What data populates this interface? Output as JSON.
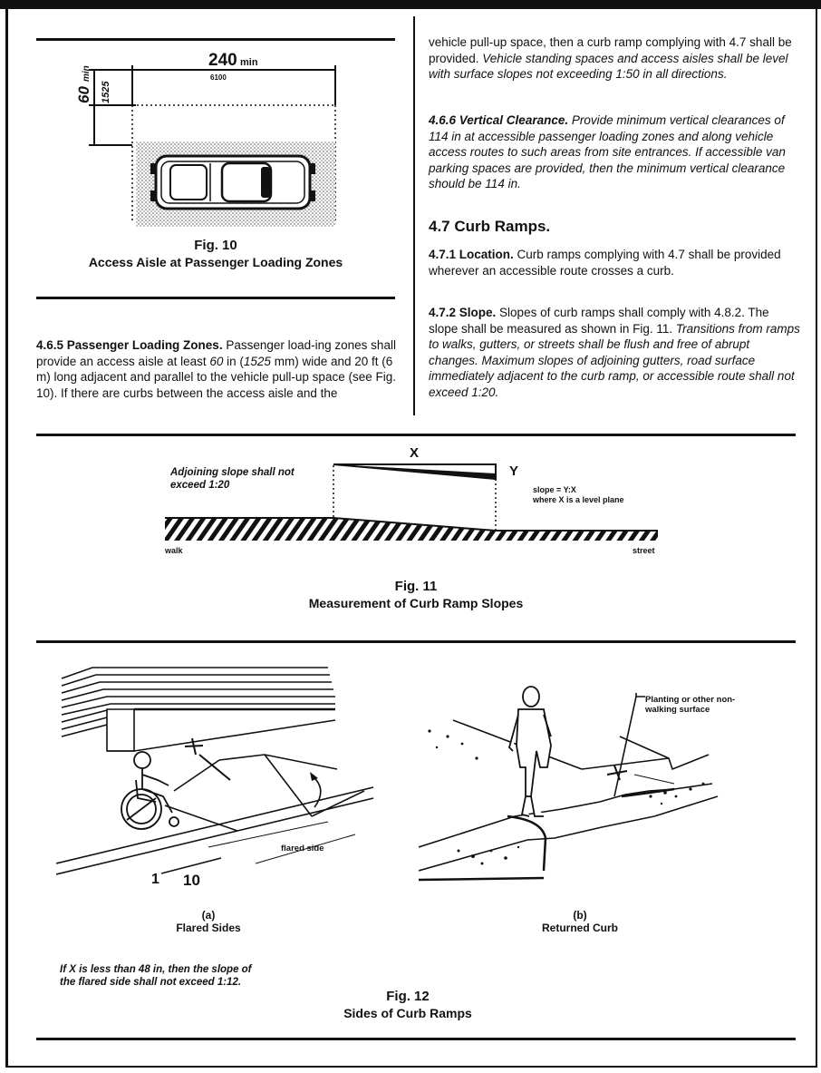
{
  "fig10": {
    "dim_240": "240",
    "dim_min": "min",
    "dim_6100": "6100",
    "dim_60": "60",
    "dim_60_min": "min",
    "dim_1525": "1525",
    "label": "Fig. 10",
    "title": "Access Aisle at Passenger Loading Zones"
  },
  "sec465": {
    "title": "4.6.5 Passenger Loading Zones.",
    "body1": " Passenger load-ing zones shall provide an access aisle at least ",
    "v60": "60",
    "body2": " in (",
    "v1525": "1525",
    "body3": " mm) wide and 20 ft (6 m) long adjacent and parallel to the vehicle pull-up space (see Fig. 10). If there are curbs between the access aisle and the"
  },
  "right_col": {
    "cont1": "vehicle pull-up space, then a curb ramp complying with 4.7 shall be provided. ",
    "cont2": "Vehicle standing spaces and access aisles shall be level with surface slopes not exceeding 1:50 in all directions.",
    "sec466_title": "4.6.6 Vertical Clearance.",
    "sec466_body": " Provide minimum vertical clearances of 114 in at accessible passenger loading zones and along vehicle access routes to such areas from site entrances. If accessible van parking spaces are provided, then the minimum vertical clearance should be 114 in.",
    "sec47_heading": "4.7 Curb Ramps.",
    "sec471_title": "4.7.1 Location.",
    "sec471_body": " Curb ramps complying with 4.7 shall be provided wherever an accessible route crosses a curb.",
    "sec472_title": "4.7.2 Slope.",
    "sec472_body1": " Slopes of curb ramps shall comply with 4.8.2. The slope shall be measured as shown in Fig. 11. ",
    "sec472_body2": "Transitions from ramps to walks, gutters, or streets shall be flush and free of abrupt changes. Maximum slopes of adjoining gutters, road surface immediately adjacent to the curb ramp, or accessible route shall not exceed 1:20."
  },
  "fig11": {
    "adjoining": "Adjoining slope shall not exceed 1:20",
    "x": "X",
    "y": "Y",
    "slope_eq": "slope = Y:X",
    "slope_where": "where  X is a level plane",
    "walk": "walk",
    "street": "street",
    "label": "Fig. 11",
    "title": "Measurement of Curb Ramp Slopes"
  },
  "fig12": {
    "x_a": "X",
    "x_b": "X",
    "flared_side": "flared side",
    "ratio_1": "1",
    "ratio_10": "10",
    "planting": "Planting or other non-walking surface",
    "a_label": "(a)",
    "a_title": "Flared Sides",
    "b_label": "(b)",
    "b_title": "Returned Curb",
    "note": "If X is less than 48 in, then the slope of the flared side shall not exceed 1:12.",
    "label": "Fig. 12",
    "title": "Sides of Curb Ramps"
  }
}
